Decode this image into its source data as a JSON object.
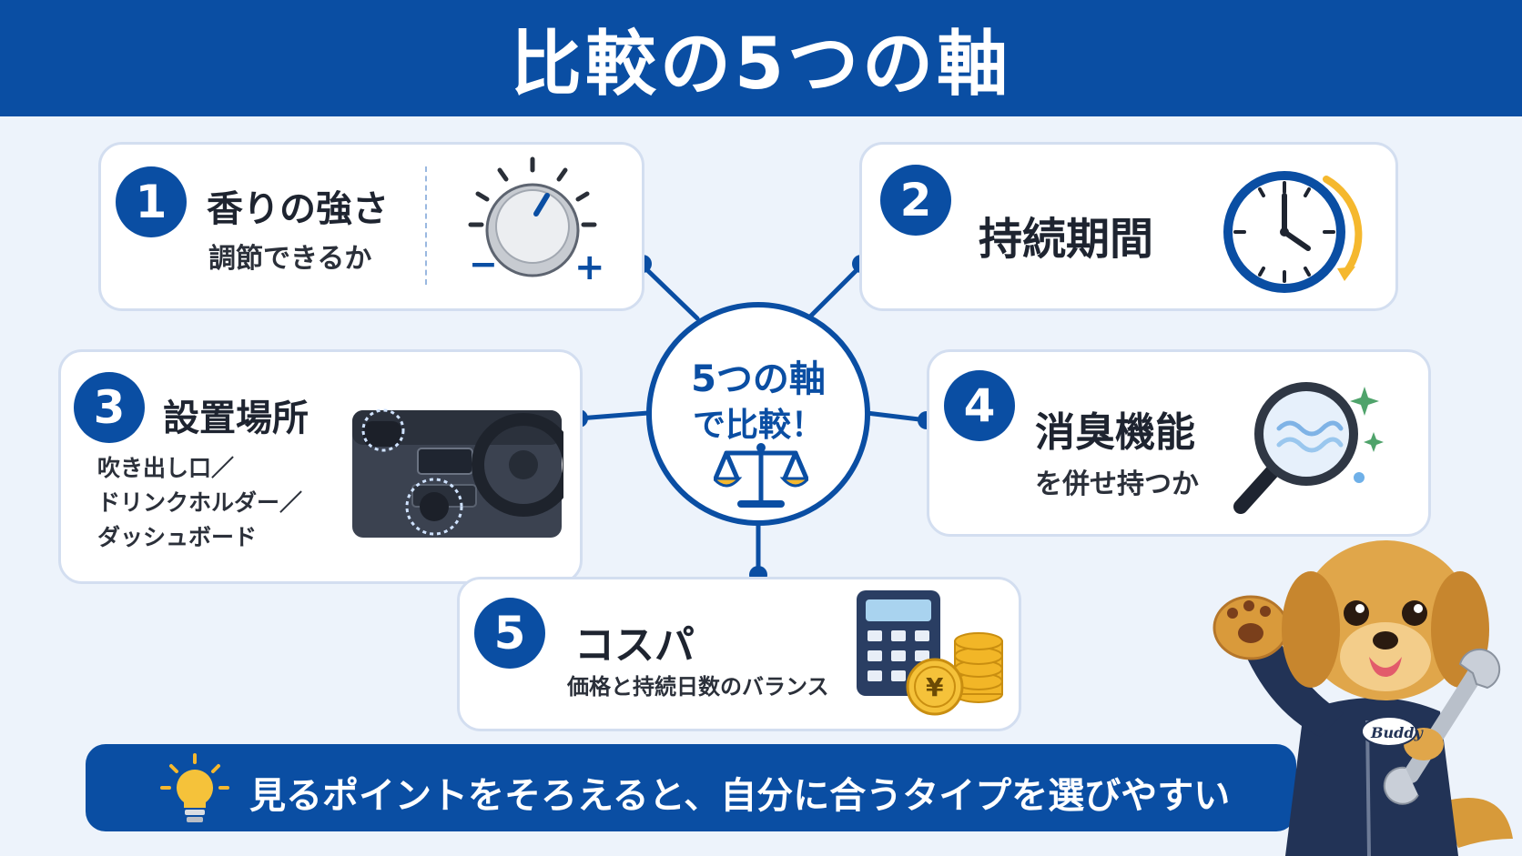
{
  "header": {
    "title": "比較の5つの軸"
  },
  "hub": {
    "line1": "5つの軸",
    "line2": "で比較！"
  },
  "cards": [
    {
      "number": "1",
      "title": "香りの強さ",
      "subtitle": "調節できるか",
      "icon": "dial-knob-icon"
    },
    {
      "number": "2",
      "title": "持続期間",
      "icon": "clock-icon"
    },
    {
      "number": "3",
      "title": "設置場所",
      "sub_lines": [
        "吹き出し口／",
        "ドリンクホルダー／",
        "ダッシュボード"
      ],
      "icon": "car-dashboard-icon"
    },
    {
      "number": "4",
      "title": "消臭機能",
      "subtitle": "を併せ持つか",
      "icon": "magnifier-icon"
    },
    {
      "number": "5",
      "title": "コスパ",
      "subtitle": "価格と持続日数のバランス",
      "icon": "calculator-coins-icon"
    }
  ],
  "dial": {
    "minus": "−",
    "plus": "+"
  },
  "coin": {
    "symbol": "¥"
  },
  "mascot": {
    "badge": "Buddy",
    "icon": "dog-mascot-icon"
  },
  "banner": {
    "text": "見るポイントをそろえると、自分に合うタイプを選びやすい",
    "icon": "lightbulb-icon"
  },
  "colors": {
    "primary": "#0a4ea3",
    "accent": "#f5b82e",
    "background": "#edf3fb"
  }
}
